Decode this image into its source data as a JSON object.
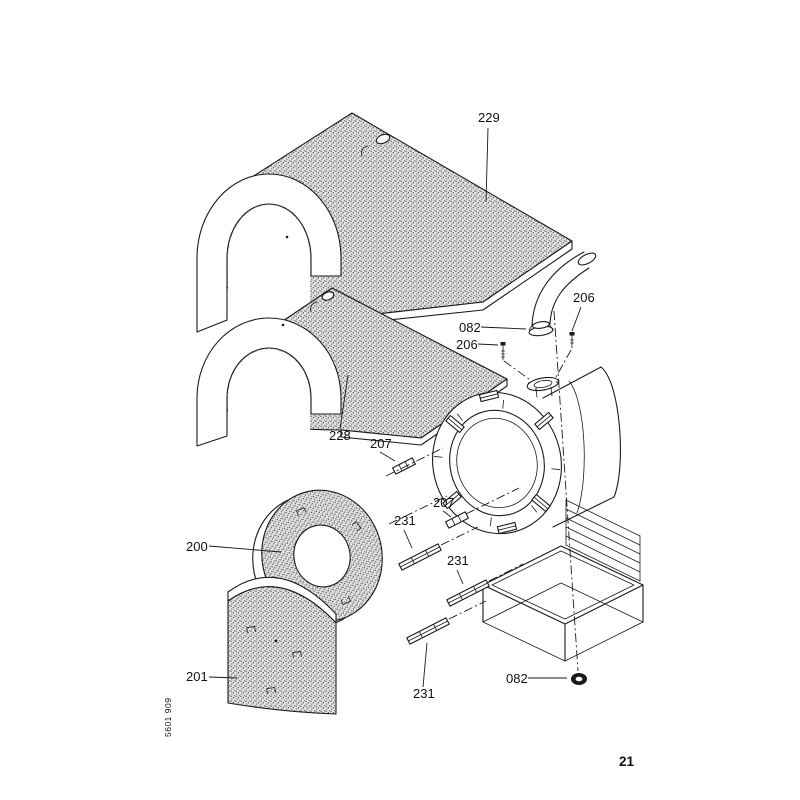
{
  "document": {
    "page_number": "21",
    "doc_code": "5601 909"
  },
  "callouts": {
    "c229": "229",
    "c082_top": "082",
    "c206_right": "206",
    "c206_left": "206",
    "c228": "228",
    "c207_upper": "207",
    "c207_lower": "207",
    "c231_top": "231",
    "c231_middle": "231",
    "c231_bottom": "231",
    "c200": "200",
    "c201": "201",
    "c082_bottom": "082"
  },
  "colors": {
    "line": "#1a1a1a",
    "stipple_bg": "#e2e2e2",
    "stipple_dot": "#3c3c3c",
    "paper": "#ffffff"
  }
}
